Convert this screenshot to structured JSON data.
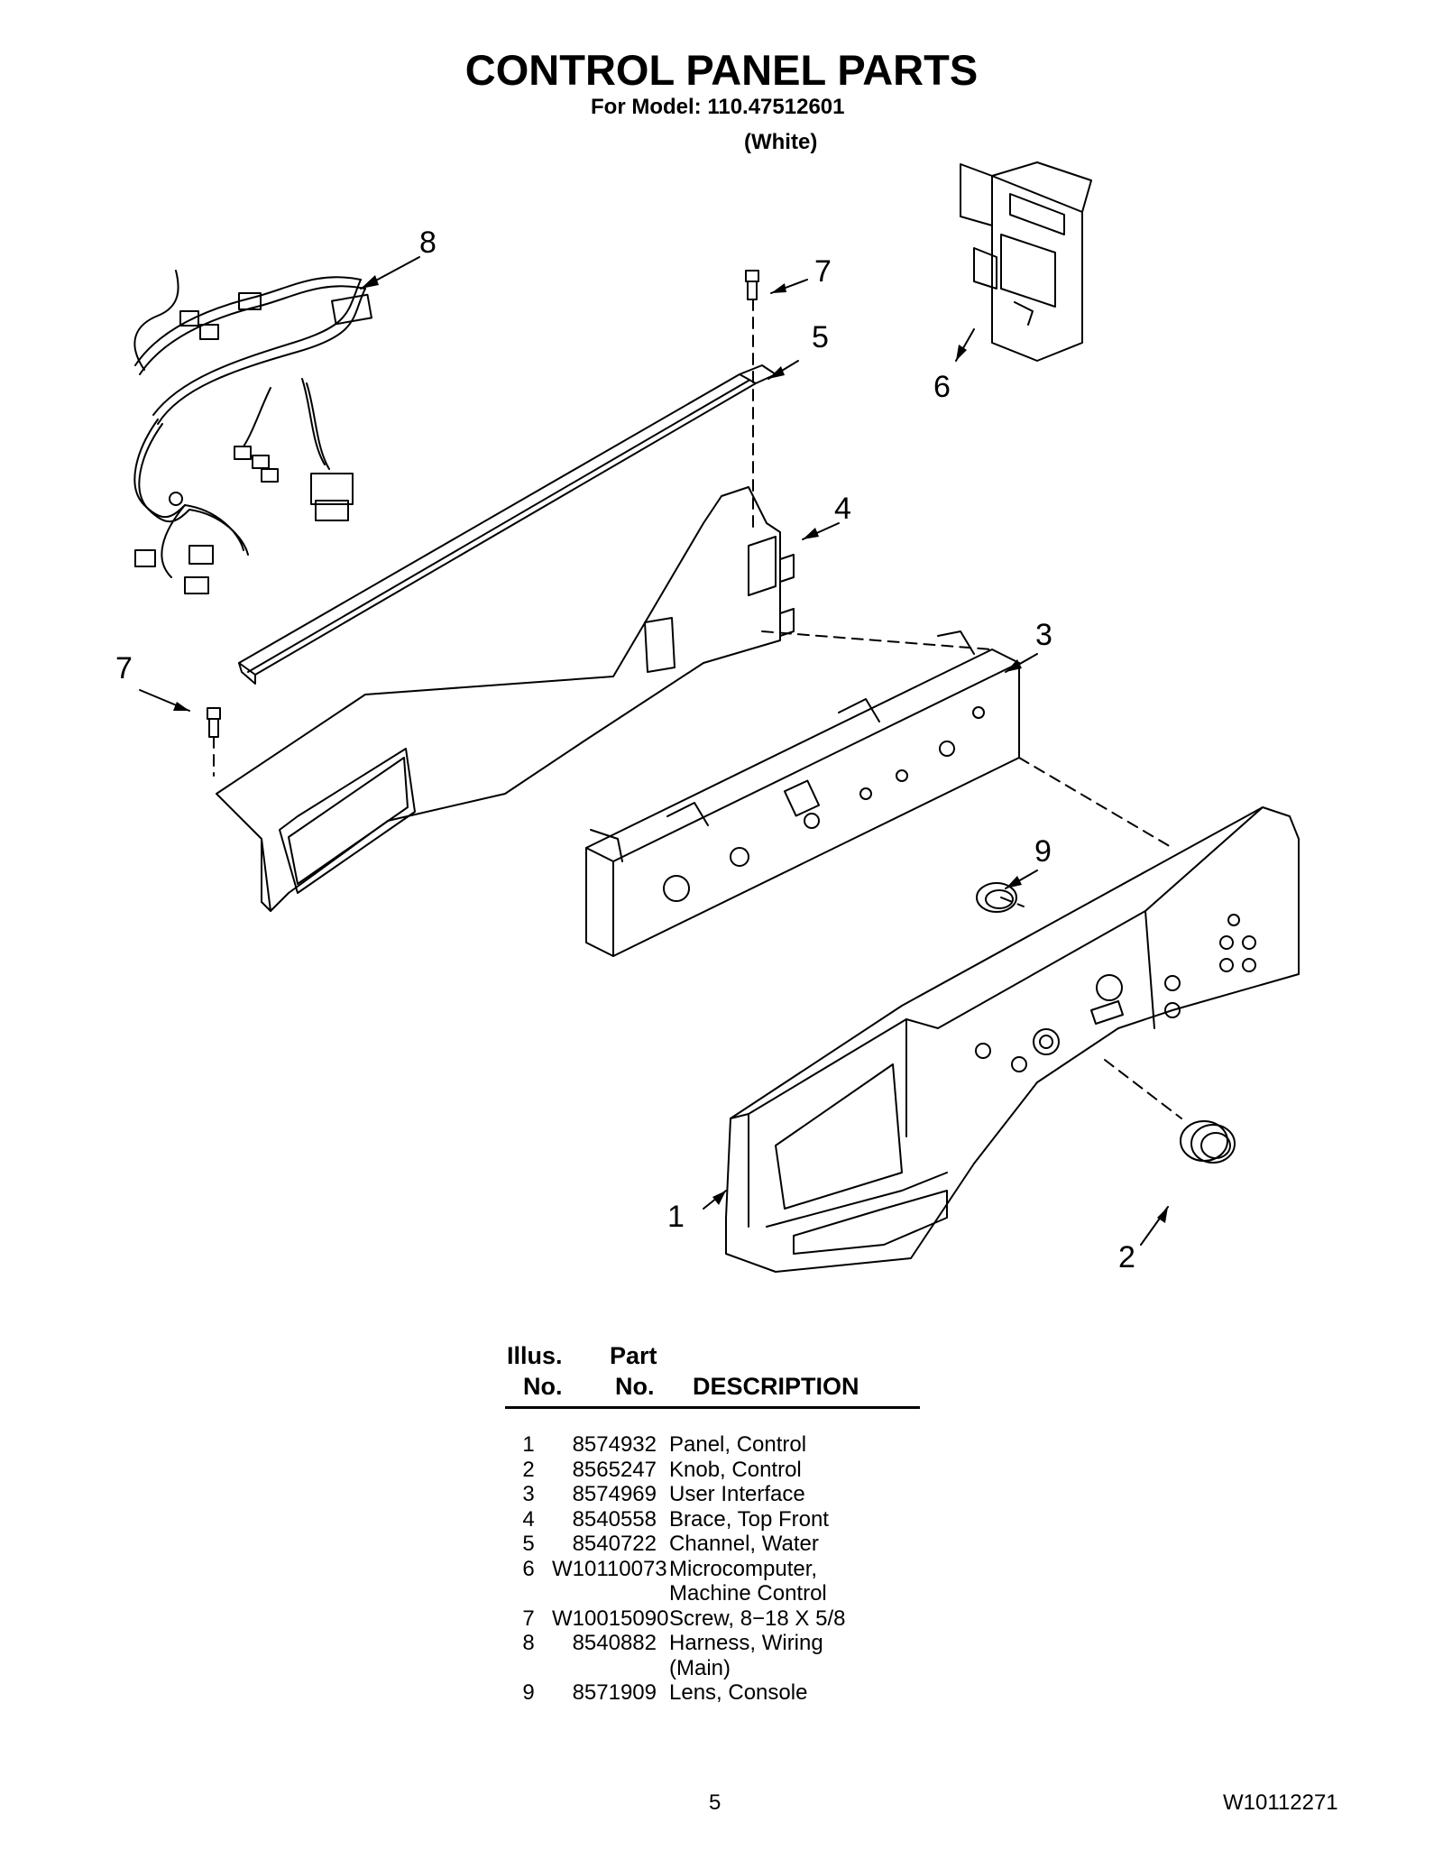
{
  "title": "CONTROL PANEL PARTS",
  "model_line": "For Model: 110.47512601",
  "color_line": "(White)",
  "callouts": {
    "c1": "1",
    "c2": "2",
    "c3": "3",
    "c4": "4",
    "c5": "5",
    "c6": "6",
    "c7a": "7",
    "c7b": "7",
    "c8": "8",
    "c9": "9"
  },
  "table": {
    "header_illus_1": "Illus.",
    "header_illus_2": "No.",
    "header_part_1": "Part",
    "header_part_2": "No.",
    "header_desc": "DESCRIPTION",
    "rows": [
      {
        "no": "1",
        "part": "8574932",
        "desc": "Panel, Control"
      },
      {
        "no": "2",
        "part": "8565247",
        "desc": "Knob, Control"
      },
      {
        "no": "3",
        "part": "8574969",
        "desc": "User Interface"
      },
      {
        "no": "4",
        "part": "8540558",
        "desc": "Brace, Top Front"
      },
      {
        "no": "5",
        "part": "8540722",
        "desc": "Channel, Water"
      },
      {
        "no": "6",
        "part": "W10110073",
        "desc": "Microcomputer,"
      },
      {
        "no": "",
        "part": "",
        "desc": "Machine Control"
      },
      {
        "no": "7",
        "part": "W10015090",
        "desc": "Screw, 8−18 X 5/8"
      },
      {
        "no": "8",
        "part": "8540882",
        "desc": "Harness, Wiring"
      },
      {
        "no": "",
        "part": "",
        "desc": "(Main)"
      },
      {
        "no": "9",
        "part": "8571909",
        "desc": "Lens, Console"
      }
    ]
  },
  "footer": {
    "page": "5",
    "doc_number": "W10112271"
  }
}
